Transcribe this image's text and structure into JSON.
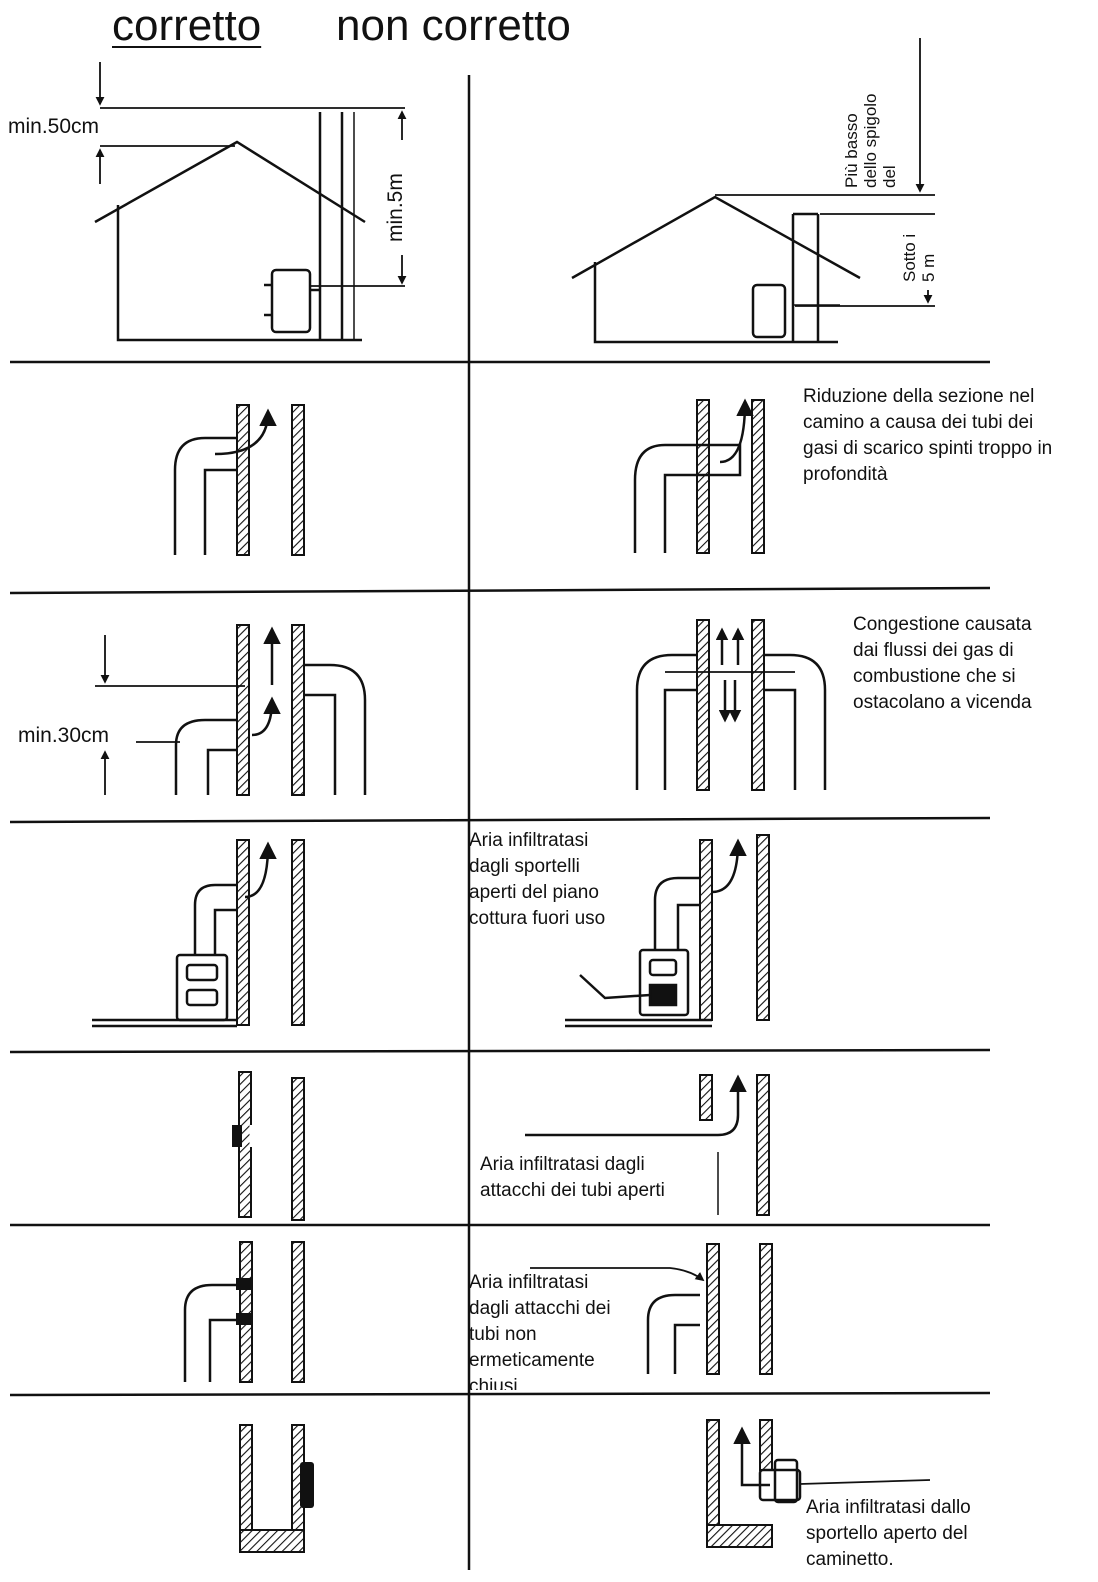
{
  "headers": {
    "correct": "corretto",
    "incorrect": "non corretto"
  },
  "row1": {
    "min_50cm": "min.50cm",
    "min_5m": "min.5m",
    "lower_than_ridge": "Più basso\ndello spigolo\ndel",
    "below_5m": "Sotto i\n5 m"
  },
  "row2": {
    "note": "Riduzione della sezione nel\ncamino a causa dei tubi dei\ngasi di scarico spinti troppo in\nprofondità"
  },
  "row3": {
    "min_30cm": "min.30cm",
    "note": "Congestione causata\ndai flussi dei gas di\ncombustione che si\nostacolano a vicenda"
  },
  "row4": {
    "note": "Aria infiltratasi\ndagli sportelli\naperti del piano\ncottura fuori uso"
  },
  "row5": {
    "note": "Aria infiltratasi dagli\nattacchi dei tubi aperti"
  },
  "row6": {
    "note": "Aria infiltratasi\ndagli attacchi dei\ntubi non\nermeticamente\nchiusi"
  },
  "row7": {
    "note": "Aria infiltratasi dallo\nsportello aperto del\ncaminetto."
  }
}
